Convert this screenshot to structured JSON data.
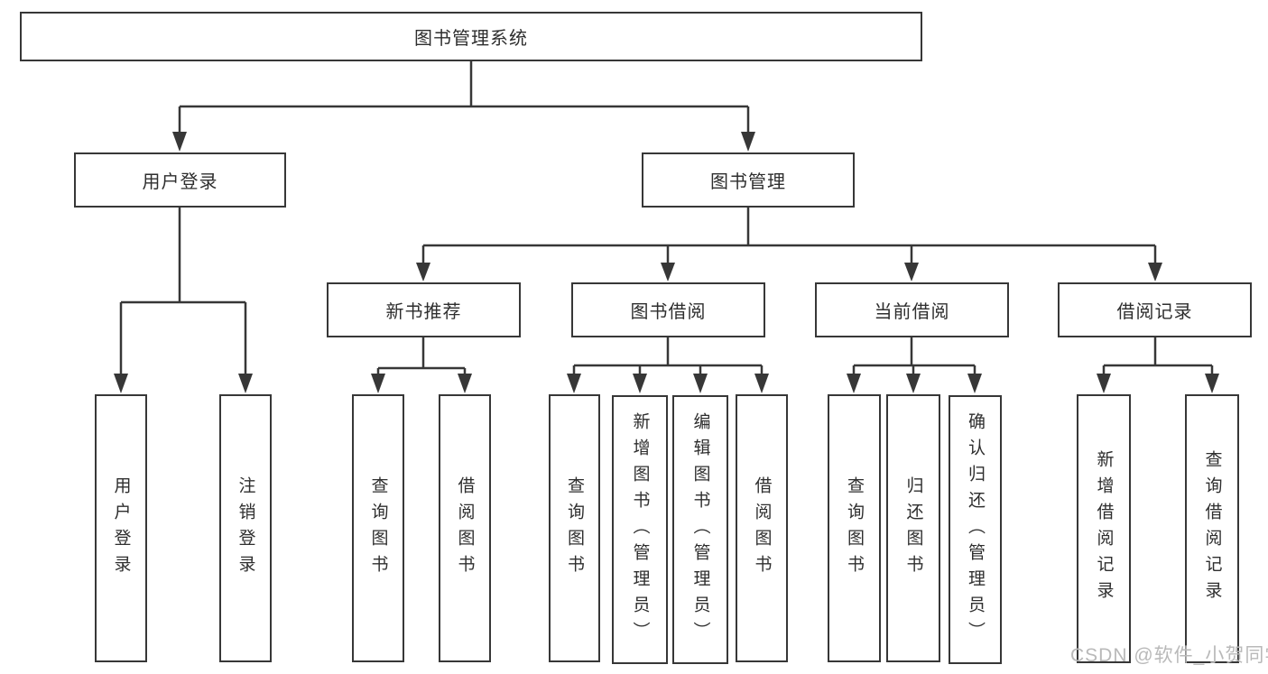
{
  "tree": {
    "root": {
      "label": "图书管理系统"
    },
    "user_login": {
      "label": "用户登录",
      "children": [
        "用户登录",
        "注销登录"
      ]
    },
    "book_mgmt": {
      "label": "图书管理",
      "children": [
        {
          "label": "新书推荐",
          "children": [
            "查询图书",
            "借阅图书"
          ]
        },
        {
          "label": "图书借阅",
          "children": [
            "查询图书",
            "新增图书（管理员）",
            "编辑图书（管理员）",
            "借阅图书"
          ]
        },
        {
          "label": "当前借阅",
          "children": [
            "查询图书",
            "归还图书",
            "确认归还（管理员）"
          ]
        },
        {
          "label": "借阅记录",
          "children": [
            "新增借阅记录",
            "查询借阅记录"
          ]
        }
      ]
    }
  },
  "watermark": {
    "text": "CSDN @软件_小贺同学"
  },
  "colors": {
    "line": "#373737",
    "box_border": "#373737",
    "box_fill": "#ffffff",
    "text": "#2e2e2e",
    "watermark": "#b9b9b9",
    "background": "#ffffff"
  }
}
